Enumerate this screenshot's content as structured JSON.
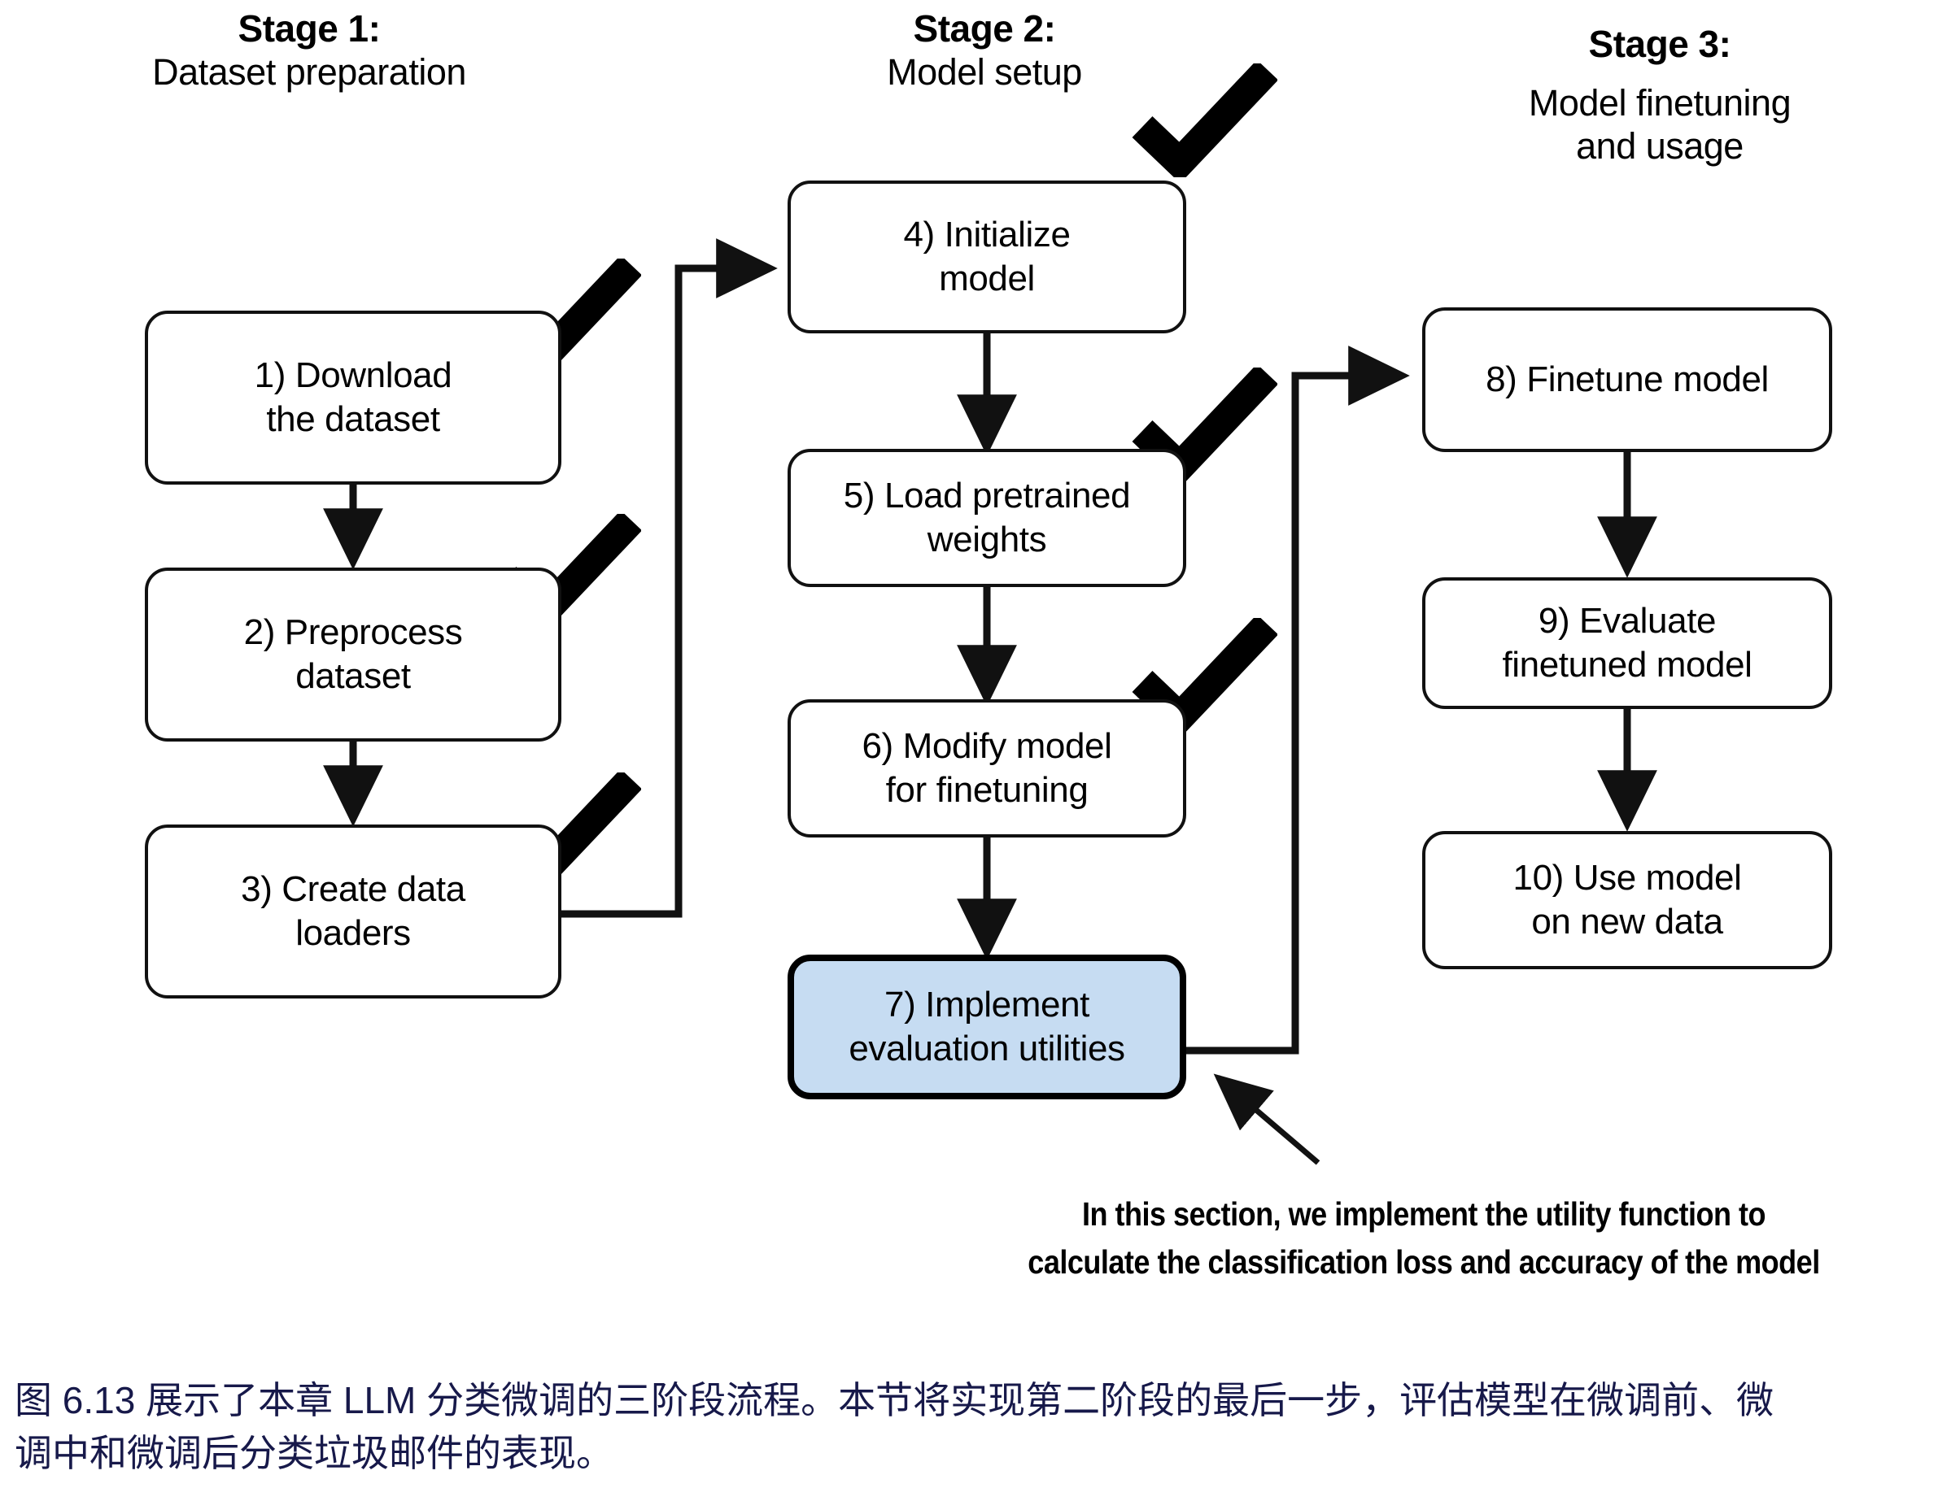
{
  "stages": [
    {
      "title": "Stage 1:",
      "subtitle": "Dataset preparation"
    },
    {
      "title": "Stage 2:",
      "subtitle": "Model setup"
    },
    {
      "title": "Stage 3:",
      "subtitle": "Model finetuning\nand usage"
    }
  ],
  "nodes": [
    {
      "id": "n1",
      "label": "1) Download\nthe dataset",
      "checked": true,
      "highlighted": false
    },
    {
      "id": "n2",
      "label": "2) Preprocess\ndataset",
      "checked": true,
      "highlighted": false
    },
    {
      "id": "n3",
      "label": "3) Create data\nloaders",
      "checked": true,
      "highlighted": false
    },
    {
      "id": "n4",
      "label": "4) Initialize\nmodel",
      "checked": true,
      "highlighted": false
    },
    {
      "id": "n5",
      "label": "5) Load pretrained\nweights",
      "checked": true,
      "highlighted": false
    },
    {
      "id": "n6",
      "label": "6) Modify model\nfor finetuning",
      "checked": true,
      "highlighted": false
    },
    {
      "id": "n7",
      "label": "7) Implement\nevaluation utilities",
      "checked": false,
      "highlighted": true
    },
    {
      "id": "n8",
      "label": "8) Finetune model",
      "checked": false,
      "highlighted": false
    },
    {
      "id": "n9",
      "label": "9) Evaluate\nfinetuned model",
      "checked": false,
      "highlighted": false
    },
    {
      "id": "n10",
      "label": "10) Use model\non new data",
      "checked": false,
      "highlighted": false
    }
  ],
  "annotation": {
    "line1": "In this section, we implement the utility function to",
    "line2": "calculate the classification loss and accuracy of the model"
  },
  "caption": {
    "line1": "图 6.13 展示了本章 LLM 分类微调的三阶段流程。本节将实现第二阶段的最后一步，评估模型在微调前、微",
    "line2": "调中和微调后分类垃圾邮件的表现。"
  },
  "colors": {
    "highlight_fill": "#c6dcf2",
    "stroke": "#111111",
    "caption_text": "#17194a"
  }
}
